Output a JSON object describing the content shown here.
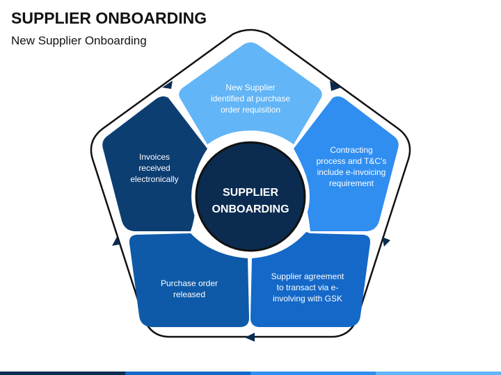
{
  "title": "SUPPLIER ONBOARDING",
  "subtitle": "New Supplier Onboarding",
  "center": {
    "line1": "SUPPLIER",
    "line2": "ONBOARDING"
  },
  "segments": [
    {
      "id": "top",
      "text": "New Supplier identified at purchase order requisition",
      "color": "#62b5f6"
    },
    {
      "id": "right",
      "text": "Contracting process and T&C's include e-invoicing requirement",
      "color": "#2f8ef0"
    },
    {
      "id": "bottom-right",
      "text": "Supplier agreement to transact via e-involving with GSK",
      "color": "#1468c8"
    },
    {
      "id": "bottom-left",
      "text": "Purchase order released",
      "color": "#0e5aa8"
    },
    {
      "id": "left",
      "text": "Invoices received electronically",
      "color": "#0c3e72"
    }
  ],
  "colors": {
    "center_fill": "#0b2c50",
    "outline": "#111111",
    "bar": [
      "#0b2c50",
      "#1468c8",
      "#2f8ef0",
      "#62b5f6"
    ]
  }
}
